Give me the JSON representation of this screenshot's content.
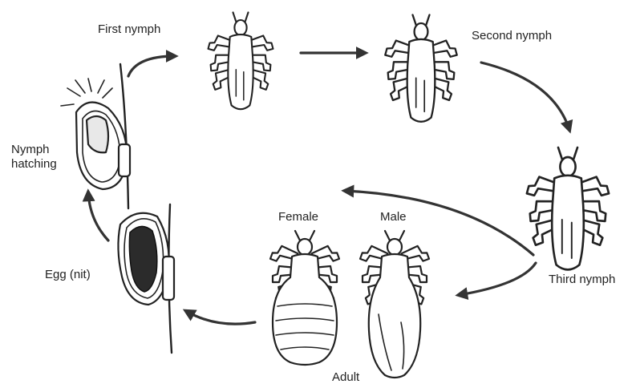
{
  "labels": {
    "first_nymph": "First nymph",
    "second_nymph": "Second nymph",
    "nymph_hatching": "Nymph hatching",
    "third_nymph": "Third nymph",
    "female": "Female",
    "male": "Male",
    "egg": "Egg (nit)",
    "adult": "Adult"
  },
  "colors": {
    "ink": "#222222",
    "arrow": "#333333",
    "background": "#ffffff"
  }
}
